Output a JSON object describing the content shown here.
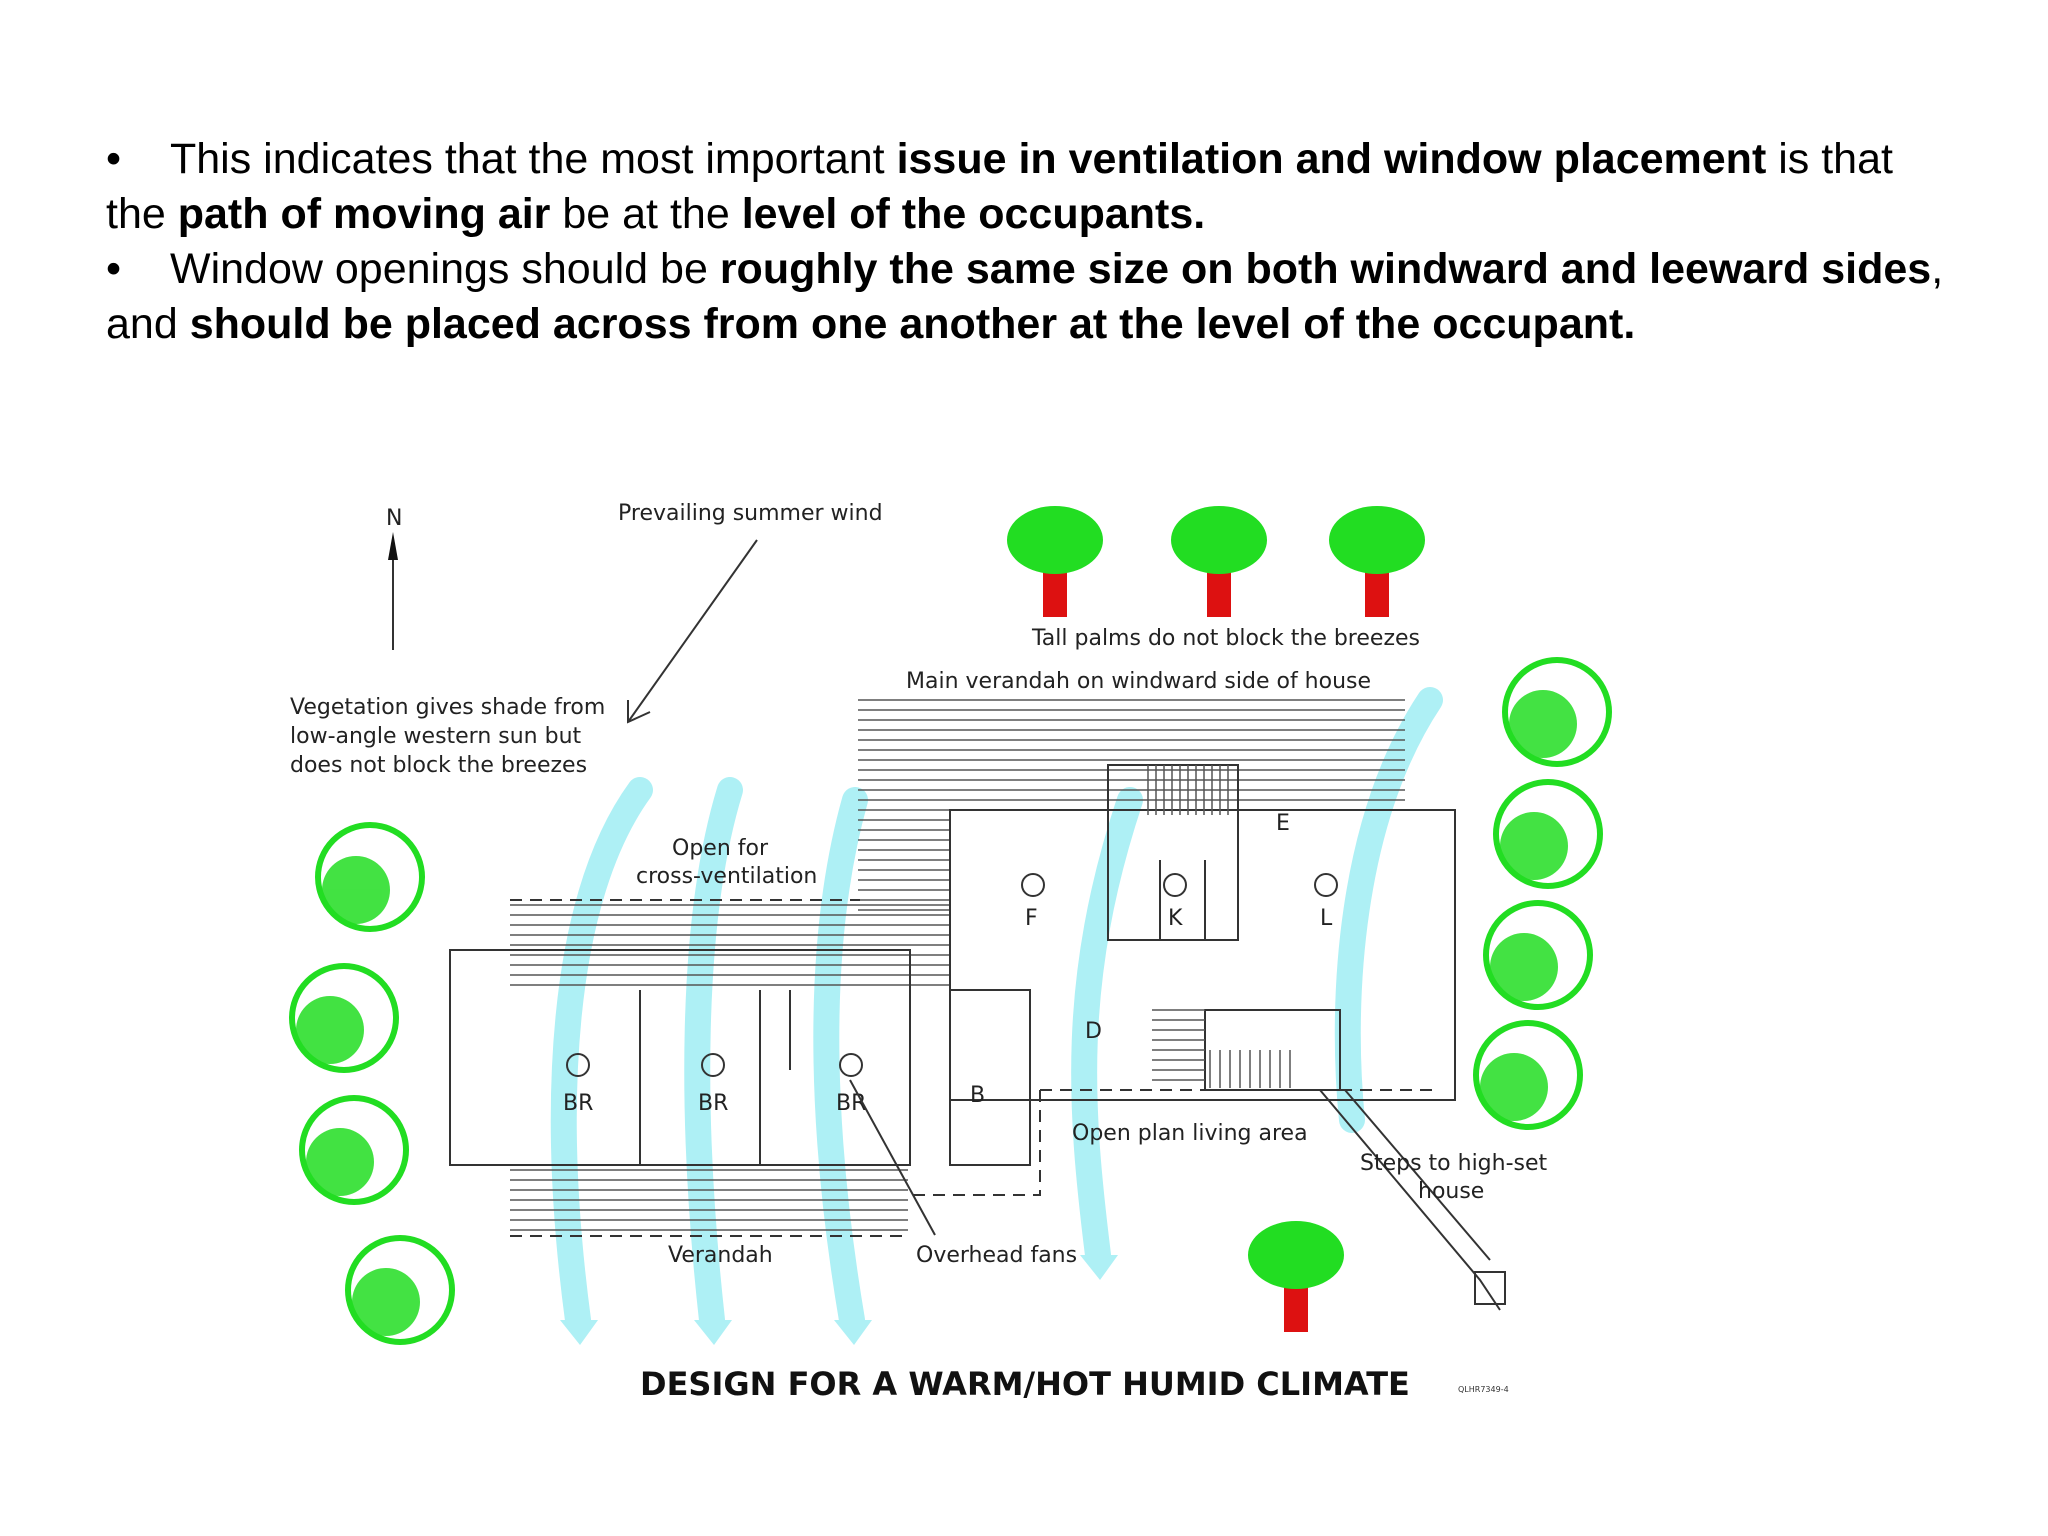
{
  "text": {
    "b1_pre": "This indicates that the most important ",
    "b1_bold1": "issue in ventilation and window placement",
    "b1_mid1": " is that",
    "b1_the": "the ",
    "b1_bold2": "path of moving air",
    "b1_mid2": " be at the ",
    "b1_bold3": "level of the occupants.",
    "b2_pre": "Window openings should be ",
    "b2_bold1": "roughly the same size on both windward and leeward sides",
    "b2_comma": ",",
    "b2_and": "and ",
    "b2_bold2": "should be placed across from one another at the level of the occupant.",
    "bullet_char": "•"
  },
  "diagram": {
    "north": "N",
    "wind": "Prevailing summer wind",
    "veg": [
      "Vegetation gives shade from",
      "low-angle western sun but",
      "does not block the breezes"
    ],
    "palms": "Tall palms do not block the breezes",
    "main_verandah": "Main verandah on windward side of house",
    "open_vent": [
      "Open for",
      "cross-ventilation"
    ],
    "rooms": {
      "e": "E",
      "f": "F",
      "k": "K",
      "l": "L",
      "d": "D",
      "b": "B",
      "br1": "BR",
      "br2": "BR",
      "br3": "BR"
    },
    "open_plan": "Open plan living area",
    "steps": [
      "Steps to high-set",
      "house"
    ],
    "verandah": "Verandah",
    "fans": "Overhead fans",
    "title": "DESIGN FOR A WARM/HOT HUMID CLIMATE",
    "code": "QLHR7349-4",
    "colors": {
      "tree": "#22dd22",
      "trunk": "#dd1111",
      "airflow": "#aef0f5"
    }
  }
}
